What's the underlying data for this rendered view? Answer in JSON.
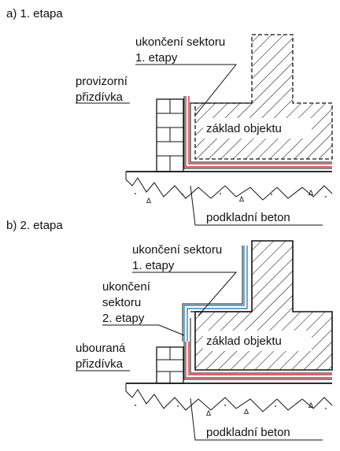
{
  "stage1": {
    "heading": "a) 1. etapa",
    "sector_end_line1": "ukončení sektoru",
    "sector_end_line2": "1. etapy",
    "temp_wall_line1": "provizorní",
    "temp_wall_line2": "přizdívka",
    "foundation": "základ objektu",
    "subbase": "podkladní beton"
  },
  "stage2": {
    "heading": "b) 2. etapa",
    "sector1_end_line1": "ukončení sektoru",
    "sector1_end_line2": "1. etapy",
    "sector2_end_line1": "ukončení",
    "sector2_end_line2": "sektoru",
    "sector2_end_line3": "2. etapy",
    "removed_wall_line1": "ubouraná",
    "removed_wall_line2": "přizdívka",
    "foundation": "základ objektu",
    "subbase": "podkladní beton"
  },
  "colors": {
    "ink": "#111111",
    "membrane_red": "#d0303a",
    "membrane_blue": "#2e86c8"
  }
}
